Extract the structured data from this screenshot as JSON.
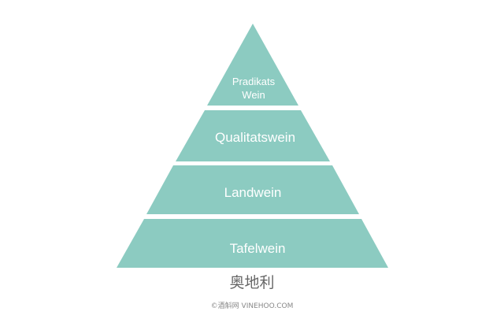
{
  "diagram": {
    "type": "pyramid",
    "fill_color": "#8ccbc1",
    "tiers_top_to_bottom": [
      {
        "label_line1": "Pradikats",
        "label_line2": "Wein"
      },
      {
        "label": "Qualitatswein"
      },
      {
        "label": "Landwein"
      },
      {
        "label": "Tafelwein"
      }
    ]
  },
  "caption": "奥地利",
  "footer": "©酒斛网 VINEHOO.COM"
}
